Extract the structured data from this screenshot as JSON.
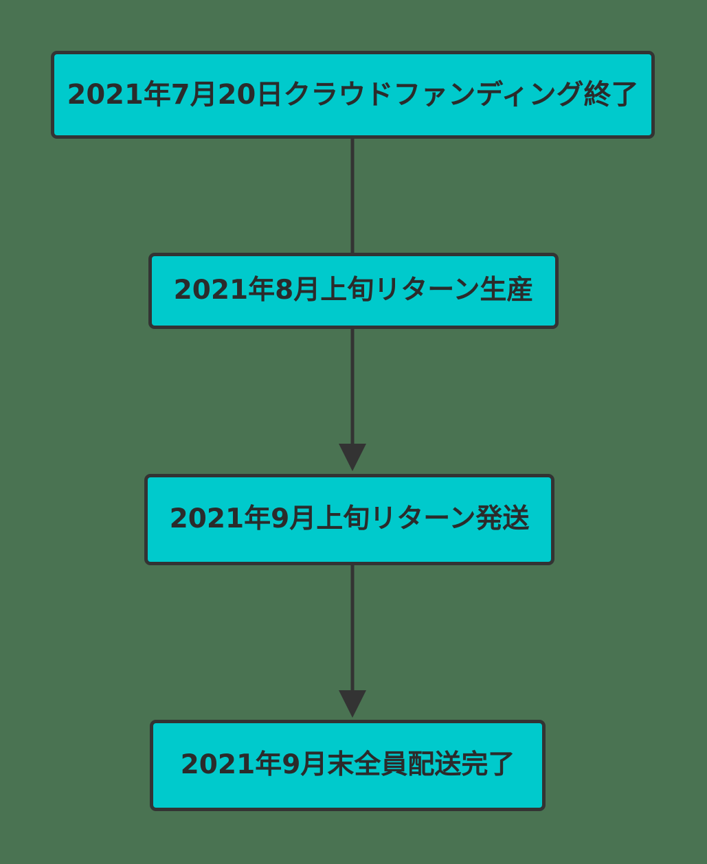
{
  "diagram": {
    "type": "flowchart",
    "direction": "top-to-bottom",
    "title": "",
    "background_color": "#4a7352",
    "node_fill_color": "#00cacc",
    "node_border_color": "#333333",
    "node_text_color": "#2b2b2b",
    "edge_color": "#333333",
    "nodes": [
      {
        "id": "cf-end",
        "label": "2021年7月20日クラウドファンディング終了",
        "order": 1
      },
      {
        "id": "production",
        "label": "2021年8月上旬リターン生産",
        "order": 2
      },
      {
        "id": "shipping",
        "label": "2021年9月上旬リターン発送",
        "order": 3
      },
      {
        "id": "delivered",
        "label": "2021年9月末全員配送完了",
        "order": 4
      }
    ],
    "edges": [
      {
        "id": "edge-1",
        "from": "cf-end",
        "to": "production",
        "label": "",
        "arrowhead": false
      },
      {
        "id": "edge-2",
        "from": "production",
        "to": "shipping",
        "label": "",
        "arrowhead": true
      },
      {
        "id": "edge-3",
        "from": "shipping",
        "to": "delivered",
        "label": "",
        "arrowhead": true
      }
    ]
  }
}
